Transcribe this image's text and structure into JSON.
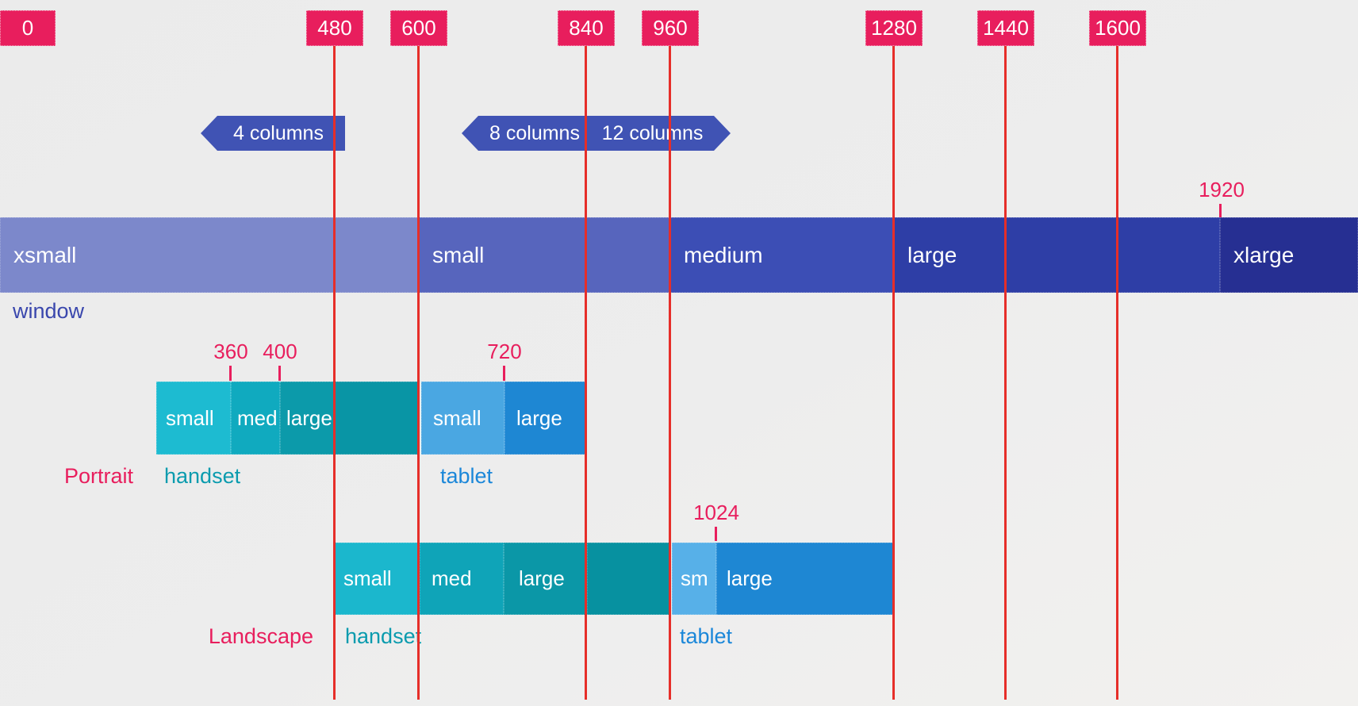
{
  "breakpoints": [
    {
      "label": "0"
    },
    {
      "label": "480"
    },
    {
      "label": "600"
    },
    {
      "label": "840"
    },
    {
      "label": "960"
    },
    {
      "label": "1280"
    },
    {
      "label": "1440"
    },
    {
      "label": "1600"
    }
  ],
  "columns": {
    "c4": "4 columns",
    "c8": "8 columns",
    "c12": "12 columns"
  },
  "window": {
    "caption": "window",
    "annotation": "1920",
    "segments": [
      {
        "label": "xsmall",
        "color": "#7c88cb"
      },
      {
        "label": "small",
        "color": "#5765bd"
      },
      {
        "label": "medium",
        "color": "#3c4eb5"
      },
      {
        "label": "large",
        "color": "#2e3ea6"
      },
      {
        "label": "xlarge",
        "color": "#262f92"
      }
    ]
  },
  "portrait": {
    "caption": "Portrait",
    "annotations": [
      "360",
      "400",
      "720"
    ],
    "handset": {
      "label": "handset",
      "segments": [
        {
          "label": "small",
          "color": "#1dbbd1"
        },
        {
          "label": "med",
          "color": "#10aabf"
        },
        {
          "label": "large",
          "color": "#0c9aaa"
        },
        {
          "label": "",
          "color": "#0995a5"
        }
      ]
    },
    "tablet": {
      "label": "tablet",
      "segments": [
        {
          "label": "small",
          "color": "#4aa7e2"
        },
        {
          "label": "large",
          "color": "#1e87d3"
        }
      ]
    }
  },
  "landscape": {
    "caption": "Landscape",
    "annotations": [
      "1024"
    ],
    "handset": {
      "label": "handset",
      "segments": [
        {
          "label": "small",
          "color": "#1bb7cd"
        },
        {
          "label": "med",
          "color": "#0fa4b8"
        },
        {
          "label": "large",
          "color": "#0b97a7"
        },
        {
          "label": "",
          "color": "#0791a0"
        }
      ]
    },
    "tablet": {
      "label": "tablet",
      "segments": [
        {
          "label": "sm",
          "color": "#57b0e8"
        },
        {
          "label": "large",
          "color": "#1e87d3"
        }
      ]
    }
  },
  "colors": {
    "badge_pink": "#e81e5d",
    "rule_red": "#e62e29",
    "chevron_indigo": "#4053b4",
    "window_caption": "#3a47ad",
    "handset_caption": "#0a9bae",
    "tablet_caption": "#1b87d9"
  }
}
